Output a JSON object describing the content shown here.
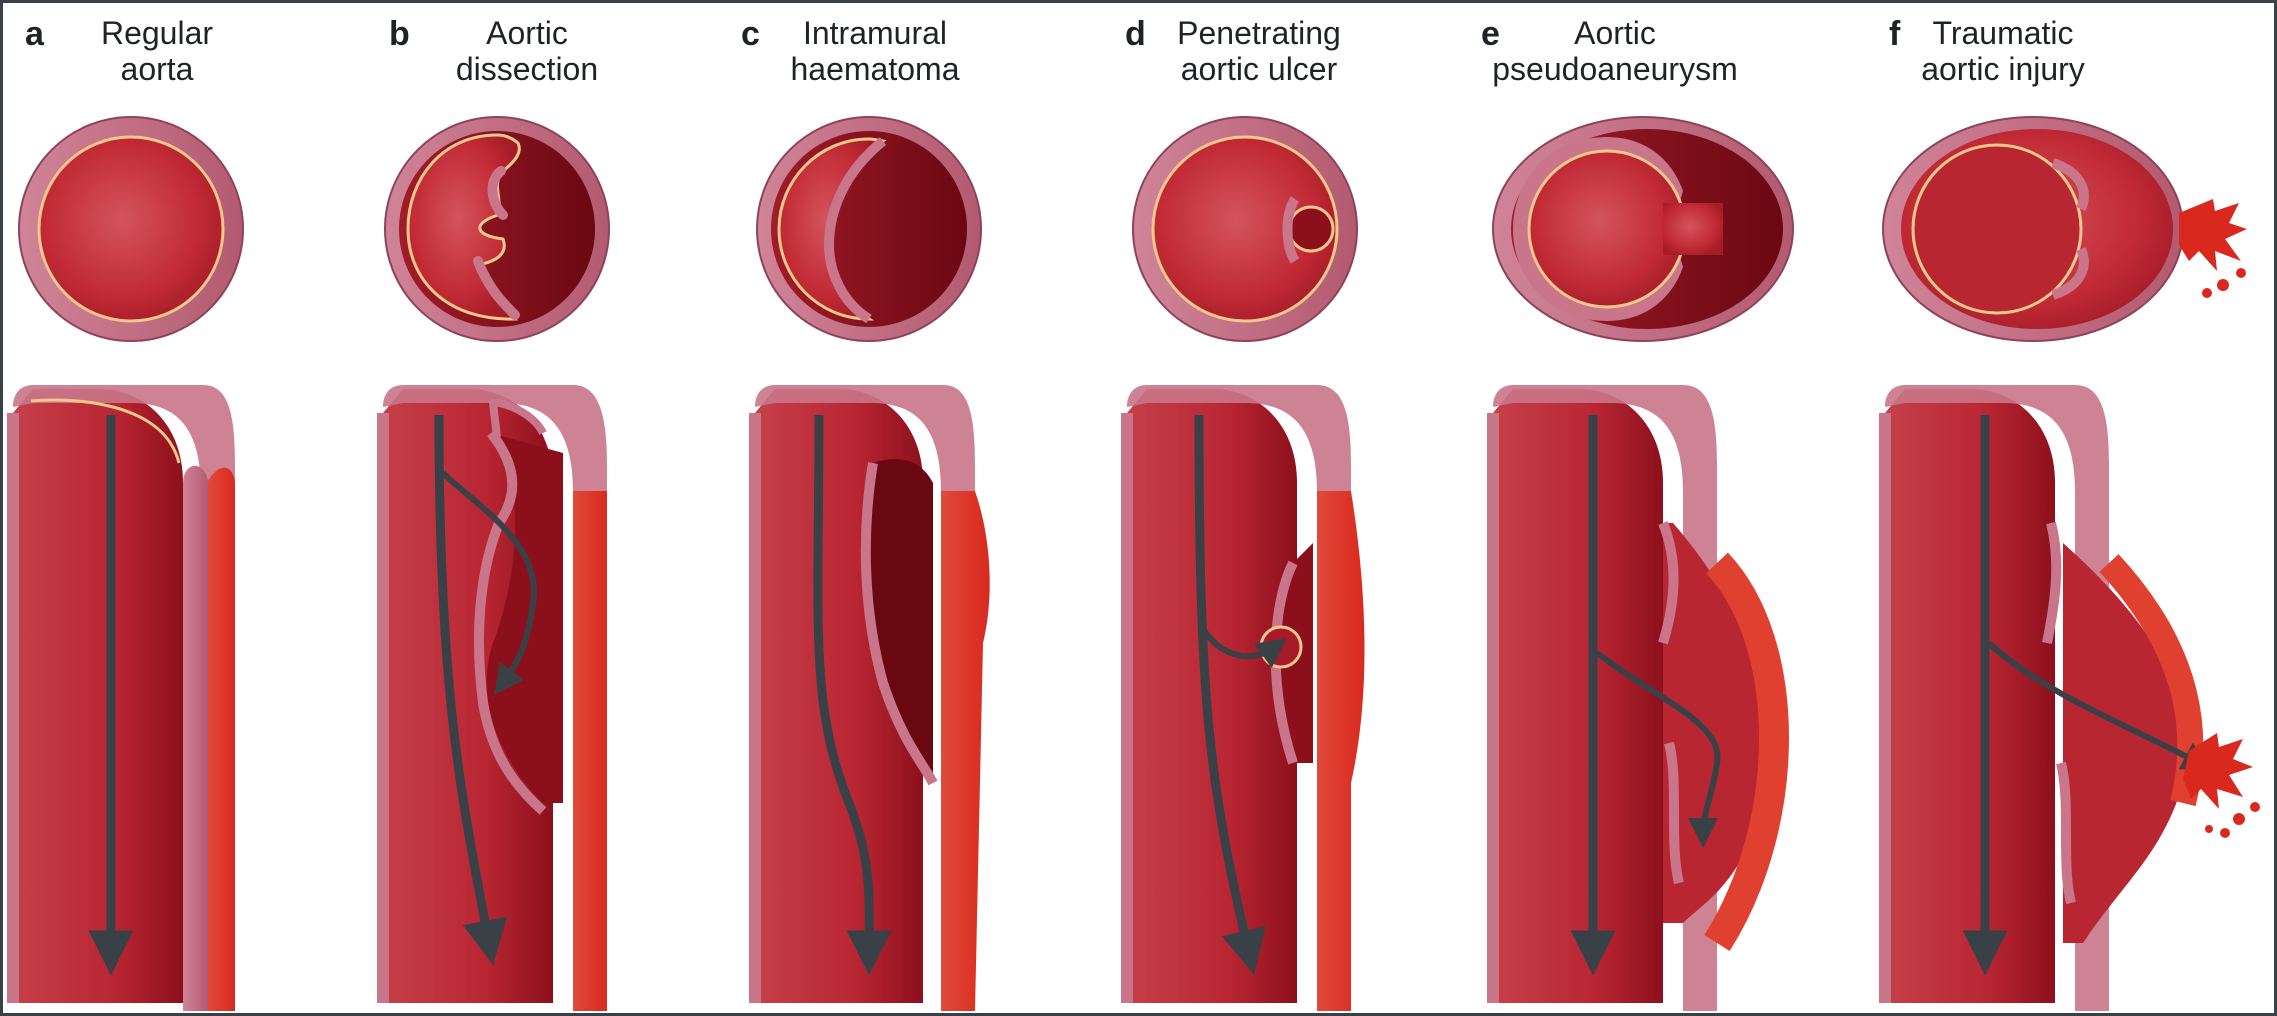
{
  "panels": [
    {
      "letter": "a",
      "title_line1": "Regular",
      "title_line2": "aorta"
    },
    {
      "letter": "b",
      "title_line1": "Aortic",
      "title_line2": "dissection"
    },
    {
      "letter": "c",
      "title_line1": "Intramural",
      "title_line2": "haematoma"
    },
    {
      "letter": "d",
      "title_line1": "Penetrating",
      "title_line2": "aortic ulcer"
    },
    {
      "letter": "e",
      "title_line1": "Aortic",
      "title_line2": "pseudoaneurysm"
    },
    {
      "letter": "f",
      "title_line1": "Traumatic",
      "title_line2": "aortic injury"
    }
  ],
  "colors": {
    "lumen": "#c4303a",
    "lumen_dark": "#7e0c18",
    "wall": "#c9758a",
    "wall_dark": "#9b4a5e",
    "intima_line": "#f4c88c",
    "outer_red": "#e0402f",
    "arrow": "#3a4146",
    "border": "#3a4146"
  }
}
